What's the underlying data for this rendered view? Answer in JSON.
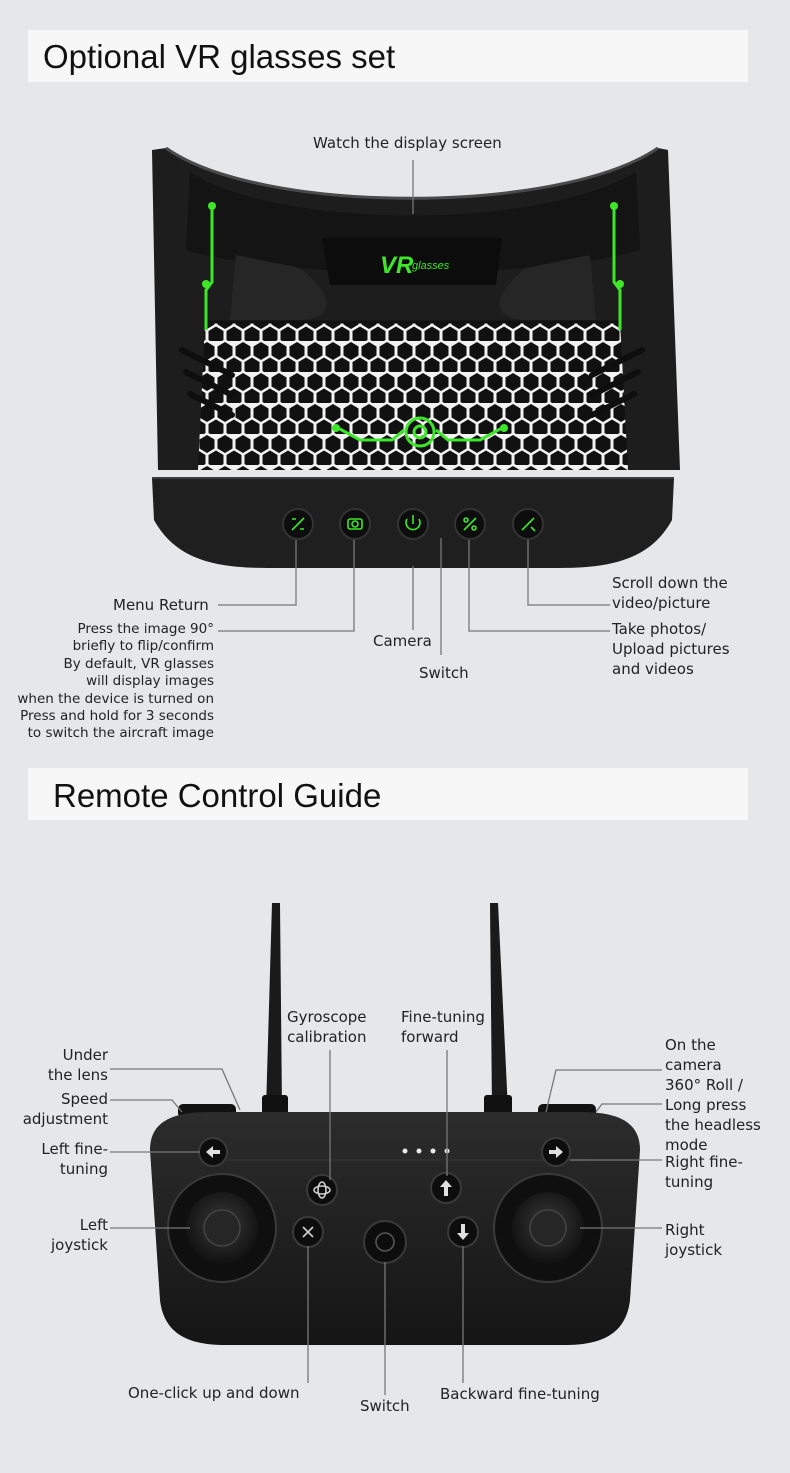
{
  "vr_section": {
    "title": "Optional VR glasses set",
    "logo_text": "VR",
    "logo_sub": "glasses",
    "labels": {
      "watch": "Watch the display screen",
      "menu_return": "Menu Return",
      "press_image": [
        "Press the image 90°",
        "briefly to flip/confirm",
        "By default, VR glasses",
        "will display images",
        "when the device is turned on",
        "Press and hold for 3 seconds",
        "to switch the aircraft image"
      ],
      "camera": "Camera",
      "switch": "Switch",
      "scroll_down": [
        "Scroll down the",
        "video/picture"
      ],
      "take_photos": [
        "Take photos/",
        "Upload pictures",
        "and videos"
      ]
    }
  },
  "remote_section": {
    "title": "Remote Control Guide",
    "labels": {
      "under_lens": [
        "Under",
        "the lens"
      ],
      "speed": [
        "Speed",
        "adjustment"
      ],
      "left_fine": [
        "Left fine-",
        "tuning"
      ],
      "left_joystick": [
        "Left",
        "joystick"
      ],
      "gyroscope": [
        "Gyroscope",
        "calibration"
      ],
      "fine_forward": [
        "Fine-tuning",
        "forward"
      ],
      "on_camera": [
        "On the",
        "camera",
        "360° Roll /",
        "Long press",
        "the headless",
        "mode"
      ],
      "right_fine": [
        "Right fine-",
        "tuning"
      ],
      "right_joystick": [
        "Right",
        "joystick"
      ],
      "one_click": "One-click up and down",
      "switch": "Switch",
      "backward": "Backward fine-tuning"
    }
  },
  "colors": {
    "accent_green": "#3ee62a",
    "device_black": "#1c1c1c",
    "banner_bg": "#f7f7f7",
    "page_bg": "#e6e7e8"
  }
}
